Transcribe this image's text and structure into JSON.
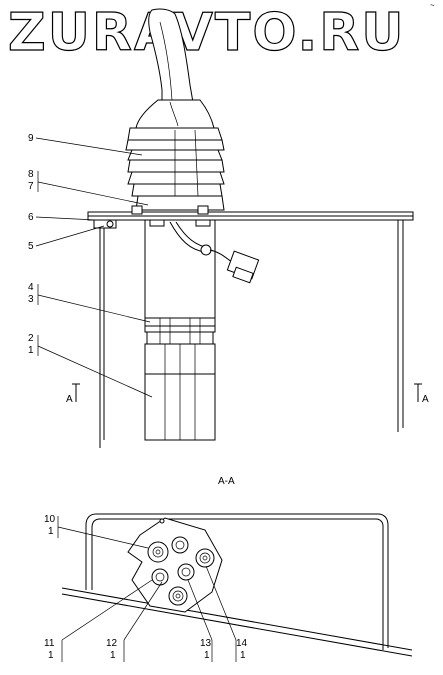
{
  "watermark": "ZURAVTO.RU",
  "section_title": "A-A",
  "section_marks": {
    "left": "A",
    "right": "A"
  },
  "callouts_top": [
    {
      "id": "c9",
      "text": "9"
    },
    {
      "id": "c8",
      "text": "8"
    },
    {
      "id": "c7",
      "text": "7"
    },
    {
      "id": "c6",
      "text": "6"
    },
    {
      "id": "c5",
      "text": "5"
    },
    {
      "id": "c4",
      "text": "4"
    },
    {
      "id": "c3",
      "text": "3"
    },
    {
      "id": "c2",
      "text": "2"
    },
    {
      "id": "c1",
      "text": "1"
    }
  ],
  "callouts_bottom": [
    {
      "id": "c10",
      "num": "10",
      "qty": "1"
    },
    {
      "id": "c11",
      "num": "11",
      "qty": "1"
    },
    {
      "id": "c12",
      "num": "12",
      "qty": "1"
    },
    {
      "id": "c13",
      "num": "13",
      "qty": "1"
    },
    {
      "id": "c14",
      "num": "14",
      "qty": "1"
    }
  ],
  "colors": {
    "ink": "#000000",
    "paper": "#ffffff"
  }
}
